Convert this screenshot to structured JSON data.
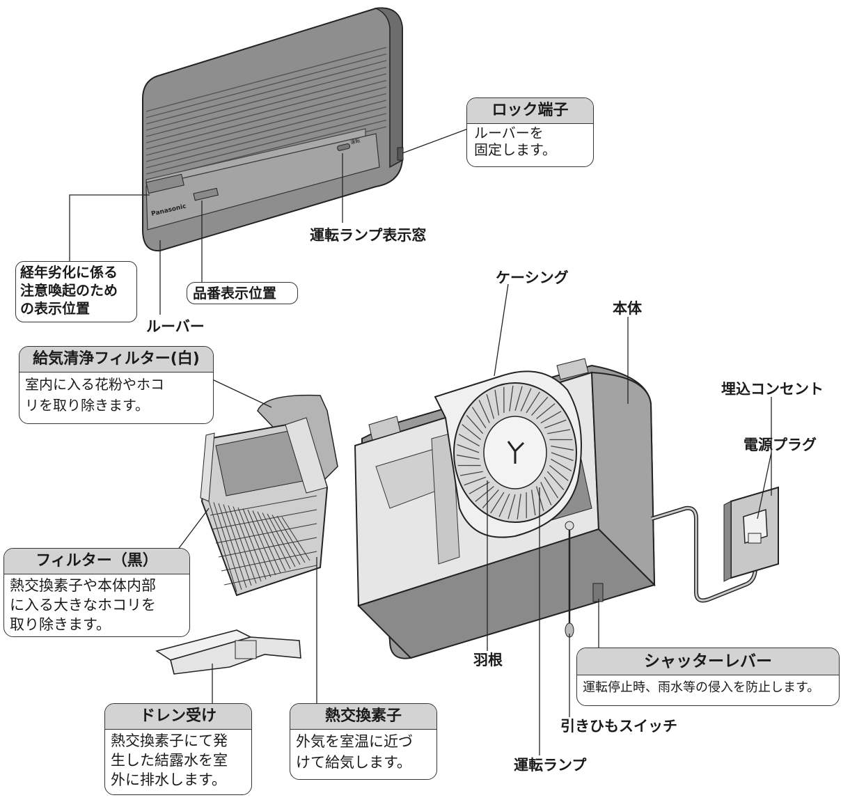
{
  "callouts": {
    "lock": {
      "title": "ロック端子",
      "desc": "ルーバーを\n固定します。"
    },
    "lamp_window": "運転ランプ表示窓",
    "warning": "経年劣化に係る\n注意喚起のため\nの表示位置",
    "model": "品番表示位置",
    "louver": "ルーバー",
    "casing": "ケーシング",
    "body": "本体",
    "outlet": "埋込コンセント",
    "plug": "電源プラグ",
    "supply_filter": {
      "title": "給気清浄フィルター(白)",
      "desc": "室内に入る花粉やホコ\nリを取り除きます。"
    },
    "filter_black": {
      "title": "フィルター（黒）",
      "desc": "熱交換素子や本体内部\nに入る大きなホコリを\n取り除きます。"
    },
    "drain": {
      "title": "ドレン受け",
      "desc": "熱交換素子にて発\n生した結露水を室\n外に排水します。"
    },
    "heat_exchanger": {
      "title": "熱交換素子",
      "desc": "外気を室温に近づ\nけて給気します。"
    },
    "shutter": {
      "title": "シャッターレバー",
      "desc": "運転停止時、雨水等の侵入を防止します。"
    },
    "impeller": "羽根",
    "pull_switch": "引きひもスイッチ",
    "run_lamp": "運転ランプ"
  },
  "brand": "Panasonic",
  "lamp_mark": "運転"
}
